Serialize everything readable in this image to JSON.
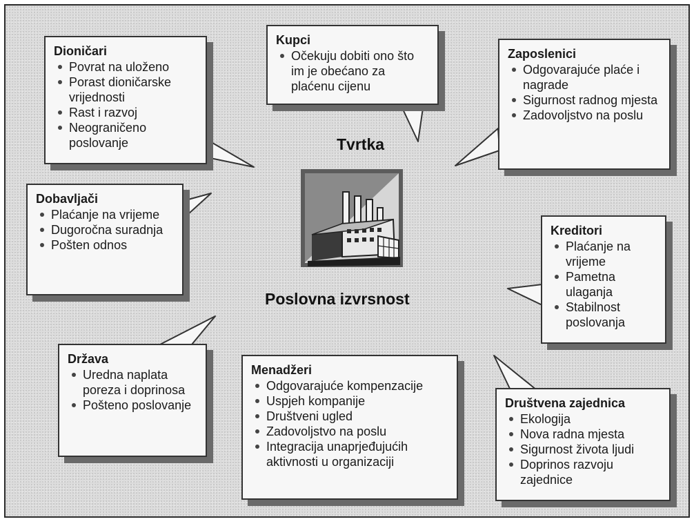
{
  "center": {
    "title": "Tvrtka",
    "subtitle": "Poslovna izvrsnost",
    "icon": "factory-icon"
  },
  "bubbles": [
    {
      "id": "dionicari",
      "title": "Dioničari",
      "items": [
        "Povrat na uloženo",
        "Porast dioničarske vrijednosti",
        "Rast i razvoj",
        "Neograničeno poslovanje"
      ]
    },
    {
      "id": "kupci",
      "title": "Kupci",
      "items": [
        "Očekuju dobiti ono što im je obećano za plaćenu cijenu"
      ]
    },
    {
      "id": "zaposlenici",
      "title": "Zaposlenici",
      "items": [
        "Odgovarajuće plaće i nagrade",
        "Sigurnost radnog mjesta",
        "Zadovoljstvo na poslu"
      ]
    },
    {
      "id": "dobavljaci",
      "title": "Dobavljači",
      "items": [
        "Plaćanje na vrijeme",
        "Dugoročna suradnja",
        "Pošten odnos"
      ]
    },
    {
      "id": "kreditori",
      "title": "Kreditori",
      "items": [
        "Plaćanje na vrijeme",
        "Pametna ulaganja",
        "Stabilnost poslovanja"
      ]
    },
    {
      "id": "drzava",
      "title": "Država",
      "items": [
        "Uredna naplata poreza i doprinosa",
        "Pošteno poslovanje"
      ]
    },
    {
      "id": "menadzeri",
      "title": "Menadžeri",
      "items": [
        "Odgovarajuće kompenzacije",
        "Uspjeh kompanije",
        "Društveni ugled",
        "Zadovoljstvo na poslu",
        "Integracija unaprjeđujućih aktivnosti u organizaciji"
      ]
    },
    {
      "id": "drustvena-zajednica",
      "title": "Društvena zajednica",
      "items": [
        "Ekologija",
        "Nova radna mjesta",
        "Sigurnost života ljudi",
        "Doprinos razvoju zajednice"
      ]
    }
  ]
}
